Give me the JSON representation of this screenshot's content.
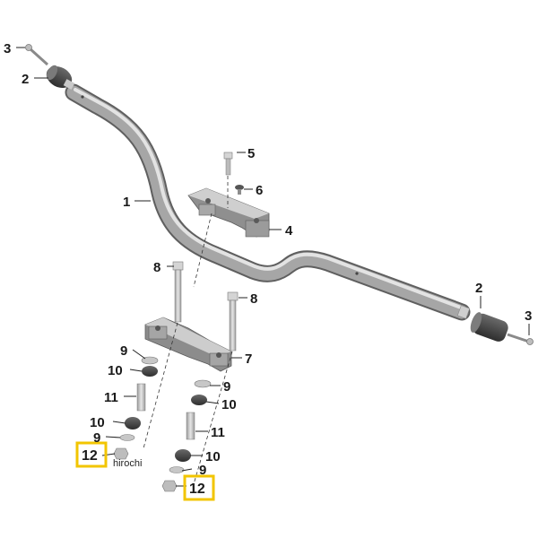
{
  "diagram": {
    "highlight_color": "#f2c500",
    "part_color": "#a9a9a9",
    "callouts": {
      "c3_left": "3",
      "c2_left": "2",
      "c1": "1",
      "c5": "5",
      "c6": "6",
      "c4": "4",
      "c8_left": "8",
      "c8_right": "8",
      "c2_right": "2",
      "c3_right": "3",
      "c7": "7",
      "c9_a": "9",
      "c10_a": "10",
      "c11_a": "11",
      "c10_b": "10",
      "c9_b": "9",
      "c12_a": "12",
      "c9_c": "9",
      "c10_c": "10",
      "c11_b": "11",
      "c10_d": "10",
      "c9_d": "9",
      "c12_b": "12"
    },
    "watermark": "hirochi"
  }
}
